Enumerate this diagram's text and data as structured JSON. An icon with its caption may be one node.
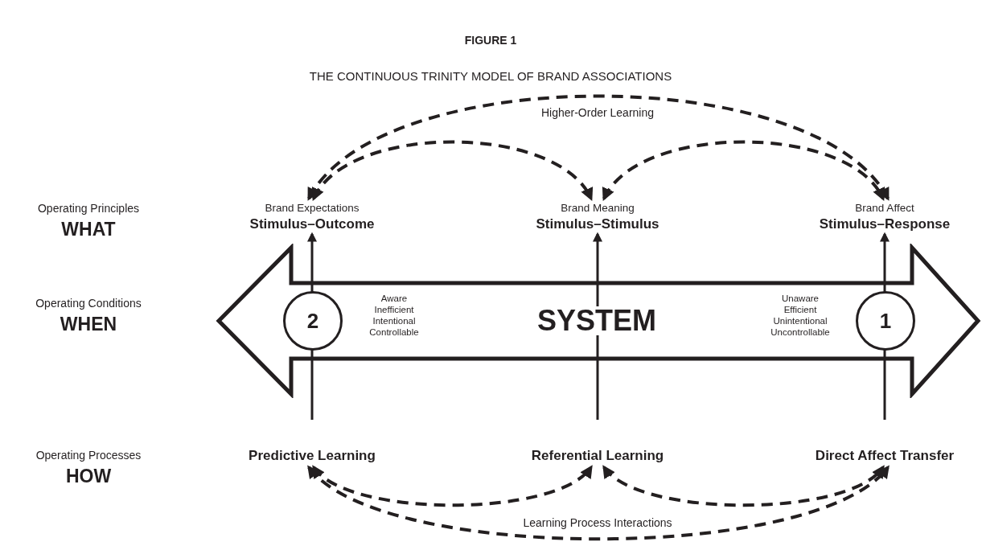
{
  "diagram": {
    "title": "FIGURE 1",
    "nodes": [
      {
        "text": [
          "Brand Expectations",
          "Stimulus–Outcome"
        ]
      },
      {
        "text": [
          "Brand Meaning",
          "Stimulus–Stimulus"
        ]
      },
      {
        "text": [
          "Brand Affect",
          "Stimulus–Response"
        ]
      },
      {
        "text": [
          "SYSTEM"
        ]
      },
      {
        "text": [
          "2"
        ],
        "in": 3
      },
      {
        "text": [
          "1"
        ],
        "in": 3
      },
      {
        "text": [
          "Predictive Learning"
        ]
      },
      {
        "text": [
          "Referential Learning"
        ]
      },
      {
        "text": [
          "Direct Affect Transfer"
        ]
      }
    ],
    "edges": [
      {
        "from": 0,
        "to": 2,
        "arrow": "both",
        "style": "dashed",
        "label": "Higher-Order Learning"
      },
      {
        "from": 0,
        "to": 1,
        "arrow": "both",
        "style": "dashed"
      },
      {
        "from": 1,
        "to": 2,
        "arrow": "both",
        "style": "dashed"
      },
      {
        "from": null,
        "to": 0,
        "arrow": "to"
      },
      {
        "from": null,
        "to": 1,
        "arrow": "to"
      },
      {
        "from": null,
        "to": 2,
        "arrow": "to"
      },
      {
        "from": 6,
        "to": 7,
        "arrow": "both",
        "style": "dashed"
      },
      {
        "from": 7,
        "to": 8,
        "arrow": "both",
        "style": "dashed"
      },
      {
        "from": 6,
        "to": 8,
        "arrow": "both",
        "style": "dashed",
        "label": "Learning Process Interactions"
      }
    ],
    "labels": [
      "THE CONTINUOUS TRINITY MODEL OF BRAND ASSOCIATIONS",
      "Operating Principles",
      "WHAT",
      "Operating Conditions",
      "WHEN",
      "Operating Processes",
      "HOW",
      "Aware Inefficient Intentional Controllable",
      "Unaware Efficient Unintentional Uncontrollable"
    ]
  }
}
